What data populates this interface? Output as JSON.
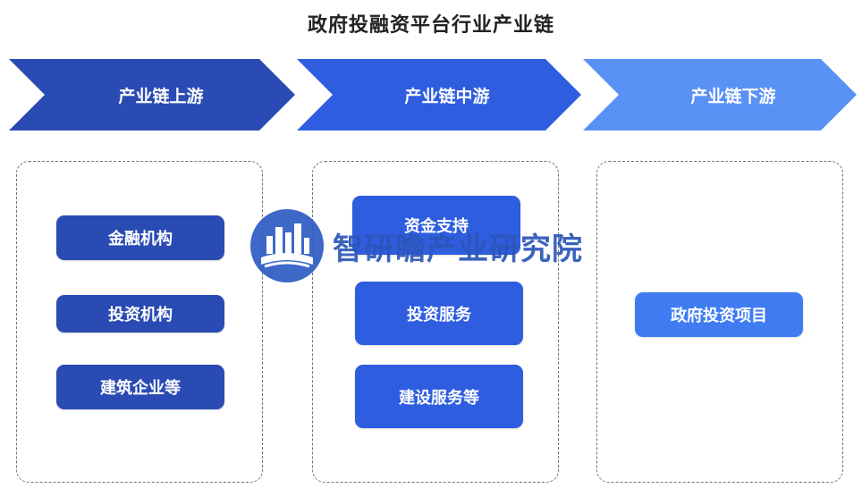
{
  "title": "政府投融资平台行业产业链",
  "stages": [
    {
      "label": "产业链上游",
      "color": "#2a4bb3",
      "items": [
        "金融机构",
        "投资机构",
        "建筑企业等"
      ]
    },
    {
      "label": "产业链中游",
      "color": "#2e5de0",
      "items": [
        "资金支持",
        "投资服务",
        "建设服务等"
      ]
    },
    {
      "label": "产业链下游",
      "color": "#5a91f5",
      "items": [
        "政府投资项目"
      ]
    }
  ],
  "watermark": {
    "text": "智研瞻产业研究院",
    "logo": "city-book-logo-icon"
  }
}
